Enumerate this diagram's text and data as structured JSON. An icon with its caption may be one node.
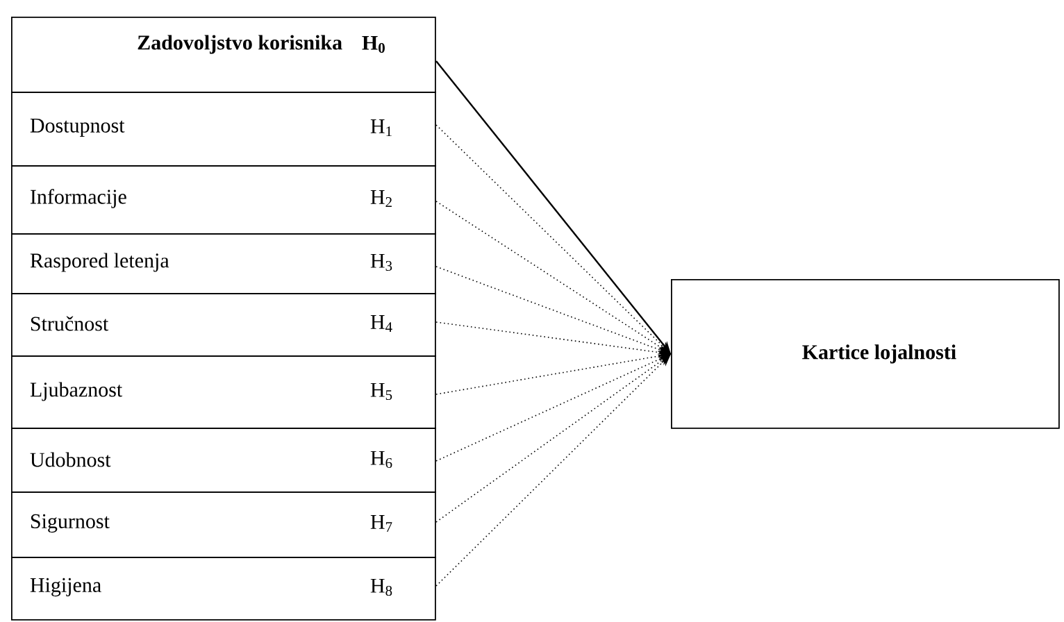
{
  "diagram": {
    "nodes": [
      {
        "text": [
          "Zadovoljstvo korisnika",
          "H$_{0}$"
        ]
      },
      {
        "text": [
          "Dostupnost",
          "H$_{1}$"
        ]
      },
      {
        "text": [
          "Informacije",
          "H$_{2}$"
        ]
      },
      {
        "text": [
          "Raspored letenja",
          "H$_{3}$"
        ]
      },
      {
        "text": [
          "Stručnost",
          "H$_{4}$"
        ]
      },
      {
        "text": [
          "Ljubaznost",
          "H$_{5}$"
        ]
      },
      {
        "text": [
          "Udobnost",
          "H$_{6}$"
        ]
      },
      {
        "text": [
          "Sigurnost",
          "H$_{7}$"
        ]
      },
      {
        "text": [
          "Higijena",
          "H$_{8}$"
        ]
      },
      {
        "text": [
          "Kartice lojalnosti"
        ]
      }
    ],
    "edges": [
      {
        "from": 0,
        "to": 9,
        "arrow": "to"
      },
      {
        "from": 1,
        "to": 9,
        "arrow": "to",
        "style": "dashed"
      },
      {
        "from": 2,
        "to": 9,
        "arrow": "to",
        "style": "dashed"
      },
      {
        "from": 3,
        "to": 9,
        "arrow": "to",
        "style": "dashed"
      },
      {
        "from": 4,
        "to": 9,
        "arrow": "to",
        "style": "dashed"
      },
      {
        "from": 5,
        "to": 9,
        "arrow": "to",
        "style": "dashed"
      },
      {
        "from": 6,
        "to": 9,
        "arrow": "to",
        "style": "dashed"
      },
      {
        "from": 7,
        "to": 9,
        "arrow": "to",
        "style": "dashed"
      },
      {
        "from": 8,
        "to": 9,
        "arrow": "to",
        "style": "dashed"
      }
    ]
  }
}
